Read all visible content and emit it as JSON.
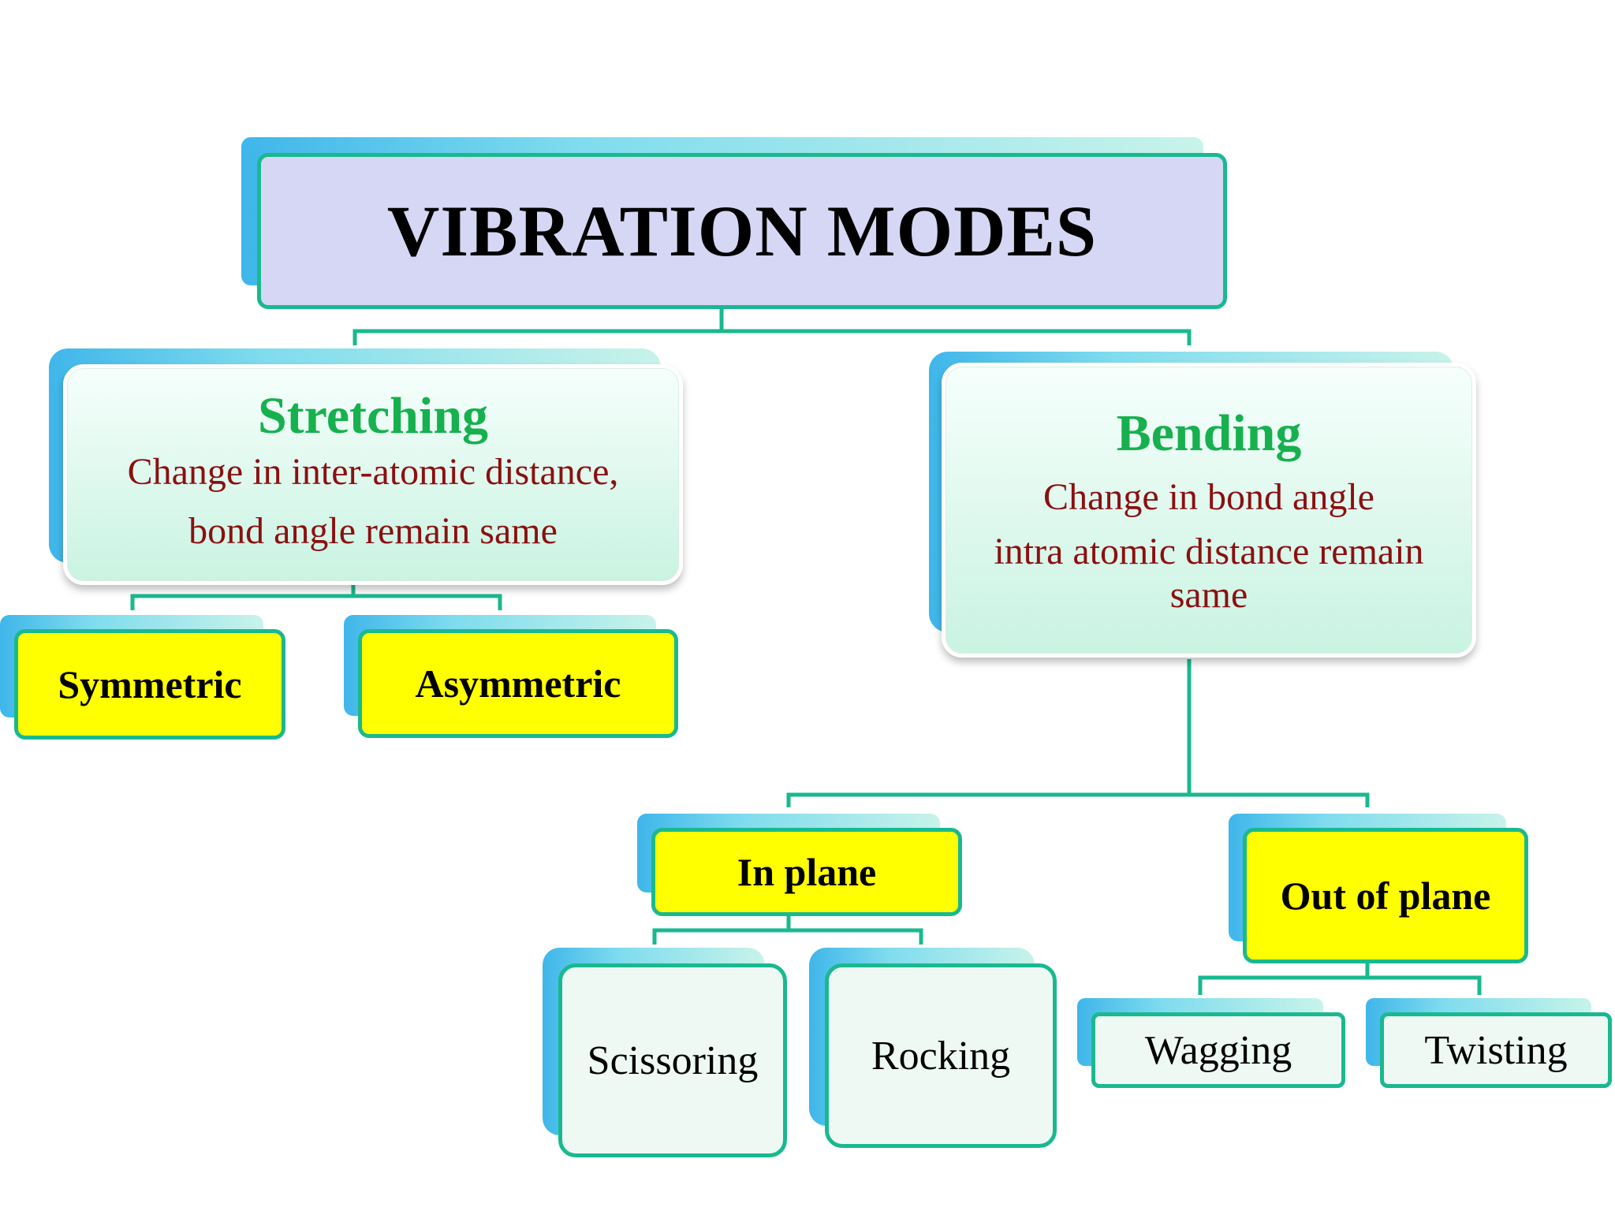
{
  "title": "VIBRATION MODES",
  "stretching": {
    "title": "Stretching",
    "desc_line1": "Change in inter-atomic distance,",
    "desc_line2": "bond angle remain same",
    "children": [
      "Symmetric",
      "Asymmetric"
    ]
  },
  "bending": {
    "title": "Bending",
    "desc_line1": "Change in bond angle",
    "desc_line2": "intra atomic distance remain",
    "desc_line3": "same"
  },
  "in_plane": {
    "label": "In plane",
    "children": [
      "Scissoring",
      "Rocking"
    ]
  },
  "out_of_plane": {
    "label": "Out of plane",
    "children": [
      "Wagging",
      "Twisting"
    ]
  },
  "colors": {
    "border": "#19b98f",
    "title_fill": "#d6d6f5",
    "yellow": "#ffff00",
    "green_text": "#17b04e",
    "red_text": "#8b1010"
  }
}
